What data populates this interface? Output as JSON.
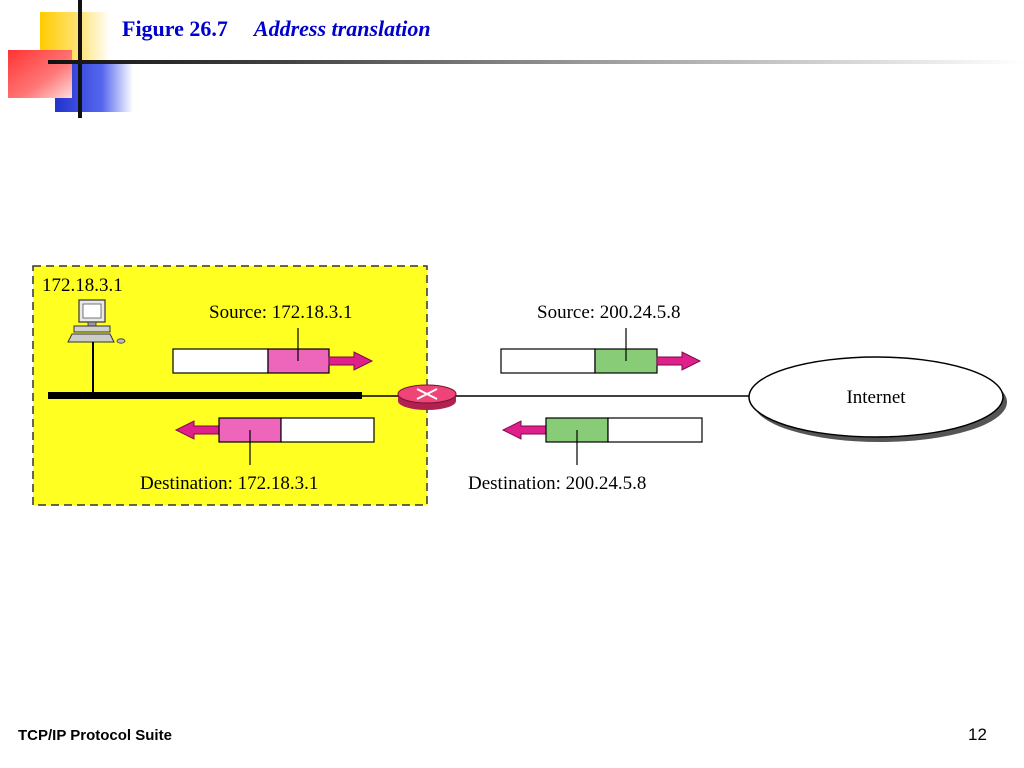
{
  "slide": {
    "figure_label": "Figure 26.7",
    "figure_title": "Address translation",
    "footer_left": "TCP/IP Protocol Suite",
    "page_number": "12"
  },
  "diagram": {
    "host_address": "172.18.3.1",
    "outgoing_private_label": "Source: 172.18.3.1",
    "outgoing_public_label": "Source: 200.24.5.8",
    "incoming_private_label": "Destination: 172.18.3.1",
    "incoming_public_label": "Destination: 200.24.5.8",
    "internet_label": "Internet"
  },
  "colors": {
    "private_network": "#ffff22",
    "private_field": "#ee66bb",
    "public_field": "#88cc77",
    "arrow": "#e0208a",
    "router": "#ee4477",
    "title": "#0000cc"
  }
}
